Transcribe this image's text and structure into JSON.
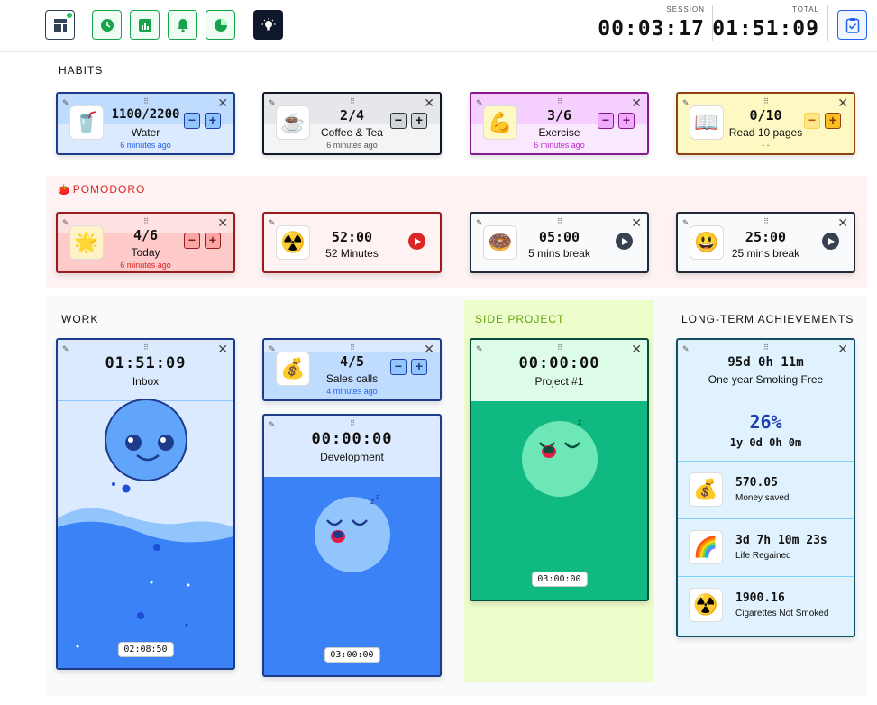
{
  "header": {
    "session_label": "SESSION",
    "session_value": "00:03:17",
    "total_label": "TOTAL",
    "total_value": "01:51:09"
  },
  "sections": {
    "habits": "HABITS",
    "pomodoro": "POMODORO",
    "work": "WORK",
    "side_project": "SIDE PROJECT",
    "long_term": "LONG-TERM ACHIEVEMENTS"
  },
  "habits": [
    {
      "emoji": "🥤",
      "count": "1100/2200",
      "name": "Water",
      "ago": "6 minutes ago",
      "progress": 0.5
    },
    {
      "emoji": "☕",
      "count": "2/4",
      "name": "Coffee & Tea",
      "ago": "6 minutes ago",
      "progress": 0.5
    },
    {
      "emoji": "💪",
      "count": "3/6",
      "name": "Exercise",
      "ago": "6 minutes ago",
      "progress": 0.5
    },
    {
      "emoji": "📖",
      "count": "0/10",
      "name": "Read 10 pages",
      "ago": "- -",
      "progress": 0
    }
  ],
  "pomodoro": [
    {
      "emoji": "🌟",
      "count": "4/6",
      "name": "Today",
      "ago": "6 minutes ago",
      "progress": 0.67
    },
    {
      "emoji": "☢️",
      "count": "52:00",
      "name": "52 Minutes"
    },
    {
      "emoji": "🍩",
      "count": "05:00",
      "name": "5 mins break"
    },
    {
      "emoji": "😃",
      "count": "25:00",
      "name": "25 mins break"
    }
  ],
  "work": {
    "inbox": {
      "time": "01:51:09",
      "name": "Inbox",
      "pill": "02:08:50"
    },
    "sales": {
      "emoji": "💰",
      "count": "4/5",
      "name": "Sales calls",
      "ago": "4 minutes ago",
      "progress": 0.8
    },
    "development": {
      "time": "00:00:00",
      "name": "Development",
      "pill": "03:00:00"
    }
  },
  "side_project": {
    "time": "00:00:00",
    "name": "Project #1",
    "pill": "03:00:00"
  },
  "achievements": {
    "duration": "95d 0h 11m",
    "title": "One year Smoking Free",
    "percent": "26%",
    "elapsed": "1y 0d 0h 0m",
    "items": [
      {
        "emoji": "💰",
        "value": "570.05",
        "label": "Money saved"
      },
      {
        "emoji": "🌈",
        "value": "3d 7h 10m 23s",
        "label": "Life Regained"
      },
      {
        "emoji": "☢️",
        "value": "1900.16",
        "label": "Cigarettes Not Smoked"
      }
    ]
  },
  "icons": {
    "tomato": "🍅",
    "edit": "✎",
    "close": "✕",
    "drag": "⠿"
  }
}
